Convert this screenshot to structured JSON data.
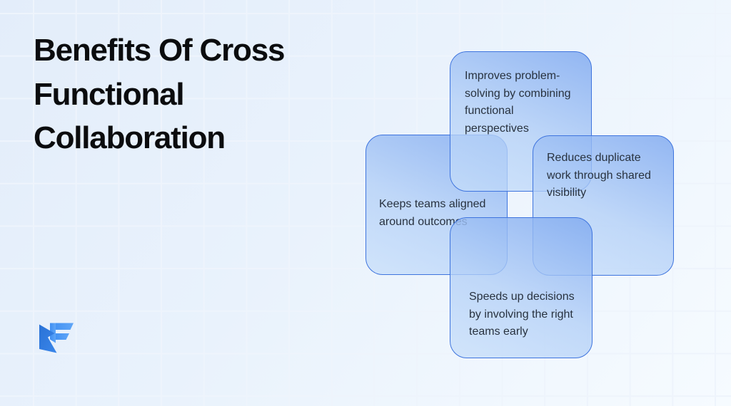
{
  "slide": {
    "title": "Benefits Of Cross\nFunctional\nCollaboration"
  },
  "cards": [
    {
      "key": "problem-solving",
      "text": "Improves problem-\nsolving by combining\nfunctional\nperspectives"
    },
    {
      "key": "duplicate-work",
      "text": "Reduces duplicate\nwork through shared\nvisibility"
    },
    {
      "key": "team-alignment",
      "text": "Keeps teams aligned\naround outcomes"
    },
    {
      "key": "faster-decisions",
      "text": "Speeds up decisions\nby involving the right\nteams early"
    }
  ],
  "logo": {
    "icon": "mf-monogram-icon"
  },
  "colors": {
    "card_border": "#3E74DE",
    "card_gradient_top": "#82ABF0",
    "card_gradient_bottom": "#C6DEFA",
    "title_text": "#0B0C0E",
    "card_text": "#28323F",
    "background_start": "#E3EDFA",
    "background_end": "#F6FBFF",
    "grid_line": "#EEF4FC",
    "logo_dark_blue": "#2A72D6",
    "logo_light_blue": "#3E8EF2"
  }
}
